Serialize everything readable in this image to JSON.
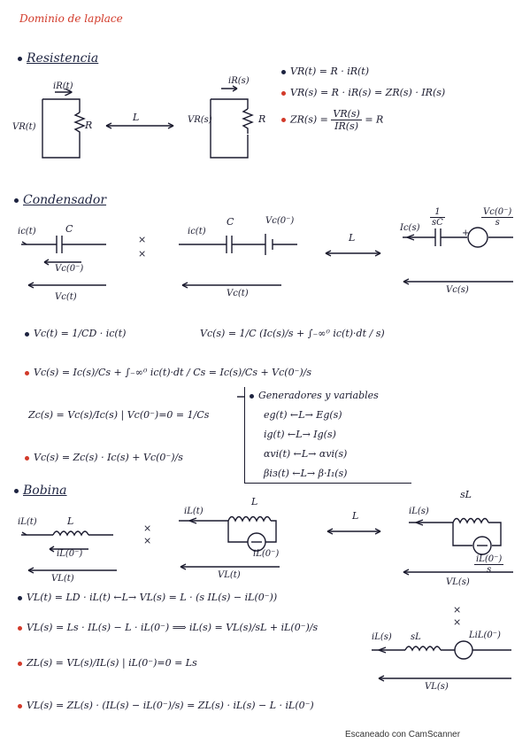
{
  "title": "Dominio de laplace",
  "sections": {
    "resistencia": {
      "heading": "Resistencia",
      "labels": {
        "i_t": "iR(t)",
        "v_t": "VR(t)",
        "R": "R",
        "i_s": "iR(s)",
        "v_s": "VR(s)",
        "R2": "R",
        "L": "L"
      },
      "eq1": "VR(t) = R · iR(t)",
      "eq2": "VR(s) = R · iR(s) = ZR(s) · IR(s)",
      "eq3_lhs": "ZR(s) =",
      "eq3_num": "VR(s)",
      "eq3_den": "IR(s)",
      "eq3_rhs": "= R"
    },
    "condensador": {
      "heading": "Condensador",
      "labels": {
        "ic1": "ic(t)",
        "C1": "C",
        "vc0": "Vc(0⁻)",
        "vct1": "Vc(t)",
        "ic2": "ic(t)",
        "C2": "C",
        "vc0b": "Vc(0⁻)",
        "vct2": "Vc(t)",
        "L": "L",
        "Ic": "Ic(s)",
        "frac_n": "1",
        "frac_d": "sC",
        "src_n": "Vc(0⁻)",
        "src_d": "s",
        "vcs": "Vc(s)",
        "x": "×",
        "plus": "+"
      },
      "eq1": "Vc(t) = 1/CD · ic(t)",
      "eq1b": "Vc(s) = 1/C (Ic(s)/s + ∫₋∞⁰ ic(t)·dt / s)",
      "eq2": "Vc(s) = Ic(s)/Cs + ∫₋∞⁰ ic(t)·dt / Cs = Ic(s)/Cs + Vc(0⁻)/s",
      "eq3": "Zc(s) = Vc(s)/Ic(s) | Vc(0⁻)=0 = 1/Cs",
      "eq4": "Vc(s) = Zc(s) · Ic(s) + Vc(0⁻)/s"
    },
    "generadores": {
      "heading": "Generadores y variables",
      "rows": [
        "eg(t) ←L→ Eg(s)",
        "ig(t) ←L→ Ig(s)",
        "αvi(t) ←L→ αvi(s)",
        "βiз(t) ←L→ β·I₁(s)"
      ]
    },
    "bobina": {
      "heading": "Bobina",
      "labels": {
        "iL1": "iL(t)",
        "L1": "L",
        "iL0": "iL(0⁻)",
        "vl1": "VL(t)",
        "iL2": "iL(t)",
        "L2": "L",
        "iL0b": "iL(0⁻)",
        "vl2": "VL(t)",
        "iLs": "iL(s)",
        "sL": "sL",
        "iL0c": "iL(0⁻)",
        "s": "s",
        "vls": "VL(s)",
        "iLs2": "iL(s)",
        "sL2": "sL",
        "Li0": "LiL(0⁻)",
        "vls2": "VL(s)",
        "x": "×",
        "L": "L"
      },
      "eq1": "VL(t) = LD · iL(t)  ←L→  VL(s) = L · (s IL(s) − iL(0⁻))",
      "eq2": "VL(s) = Ls · IL(s) − L · iL(0⁻)  ⟹  iL(s) = VL(s)/sL + iL(0⁻)/s",
      "eq3": "ZL(s) = VL(s)/IL(s) | iL(0⁻)=0 = Ls",
      "eq4": "VL(s) = ZL(s) · (IL(s) − iL(0⁻)/s) = ZL(s) · iL(s) − L · iL(0⁻)"
    }
  },
  "footer": "Escaneado con CamScanner",
  "colors": {
    "ink": "#1a1a2e",
    "accent": "#d23a2a"
  }
}
